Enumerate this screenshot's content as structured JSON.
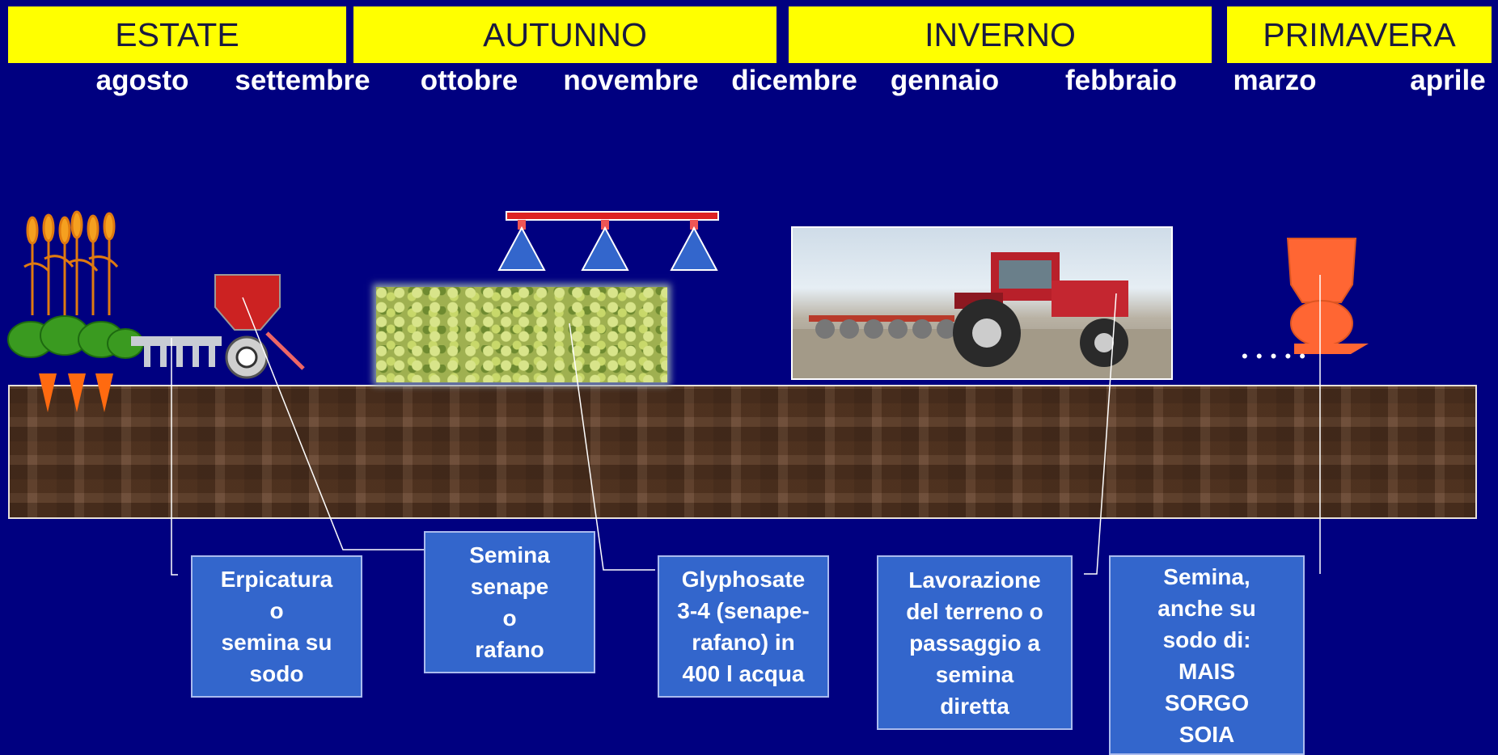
{
  "seasons": [
    "ESTATE",
    "AUTUNNO",
    "INVERNO",
    "PRIMAVERA"
  ],
  "months": [
    "agosto",
    "settembre",
    "ottobre",
    "novembre",
    "dicembre",
    "gennaio",
    "febbraio",
    "marzo",
    "aprile"
  ],
  "boxes": [
    {
      "lines": [
        "Erpicatura",
        "o",
        "semina su",
        "sodo"
      ]
    },
    {
      "lines": [
        "Semina",
        "senape",
        "o",
        "rafano"
      ]
    },
    {
      "lines": [
        "Glyphosate",
        "3-4 (senape-",
        "rafano) in",
        "400 l acqua"
      ]
    },
    {
      "lines": [
        "Lavorazione",
        "del terreno o",
        "passaggio a",
        "semina",
        "diretta"
      ]
    },
    {
      "lines": [
        "Semina,",
        "anche su",
        "sodo di:",
        "MAIS",
        "SORGO",
        "SOIA"
      ]
    }
  ],
  "colors": {
    "background": "#000080",
    "season_bar": "#ffff00",
    "box": "#3366cc",
    "seeder": "#cc2222",
    "spreader": "#ff6633"
  },
  "icons": [
    "crops-icon",
    "seeder-icon",
    "sprayer-icon",
    "tractor-photo",
    "spreader-icon"
  ],
  "dots": "• • • • •"
}
